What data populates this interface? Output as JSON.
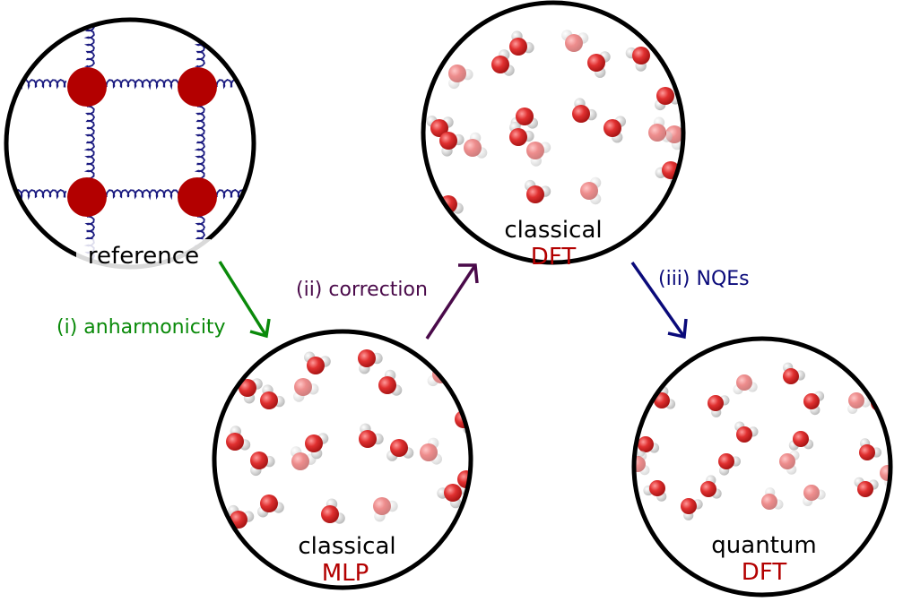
{
  "panels": {
    "reference": {
      "line1": "reference",
      "line2": ""
    },
    "classical_mlp": {
      "line1": "classical",
      "line2": "MLP"
    },
    "classical_dft": {
      "line1": "classical",
      "line2": "DFT"
    },
    "quantum_dft": {
      "line1": "quantum",
      "line2": "DFT"
    }
  },
  "steps": {
    "anharmonicity": "(i) anharmonicity",
    "correction": "(ii) correction",
    "nqes": "(iii) NQEs"
  },
  "colors": {
    "outline": "#000000",
    "atom_red": "#b30000",
    "spring_blue": "#1a1a80",
    "oxygen": "#d42a2a",
    "hydrogen": "#e6e6e6",
    "arrow_green": "#0a8a0a",
    "arrow_purple": "#4a0a4a",
    "arrow_navy": "#0a0a7a",
    "method_red": "#b30000"
  }
}
